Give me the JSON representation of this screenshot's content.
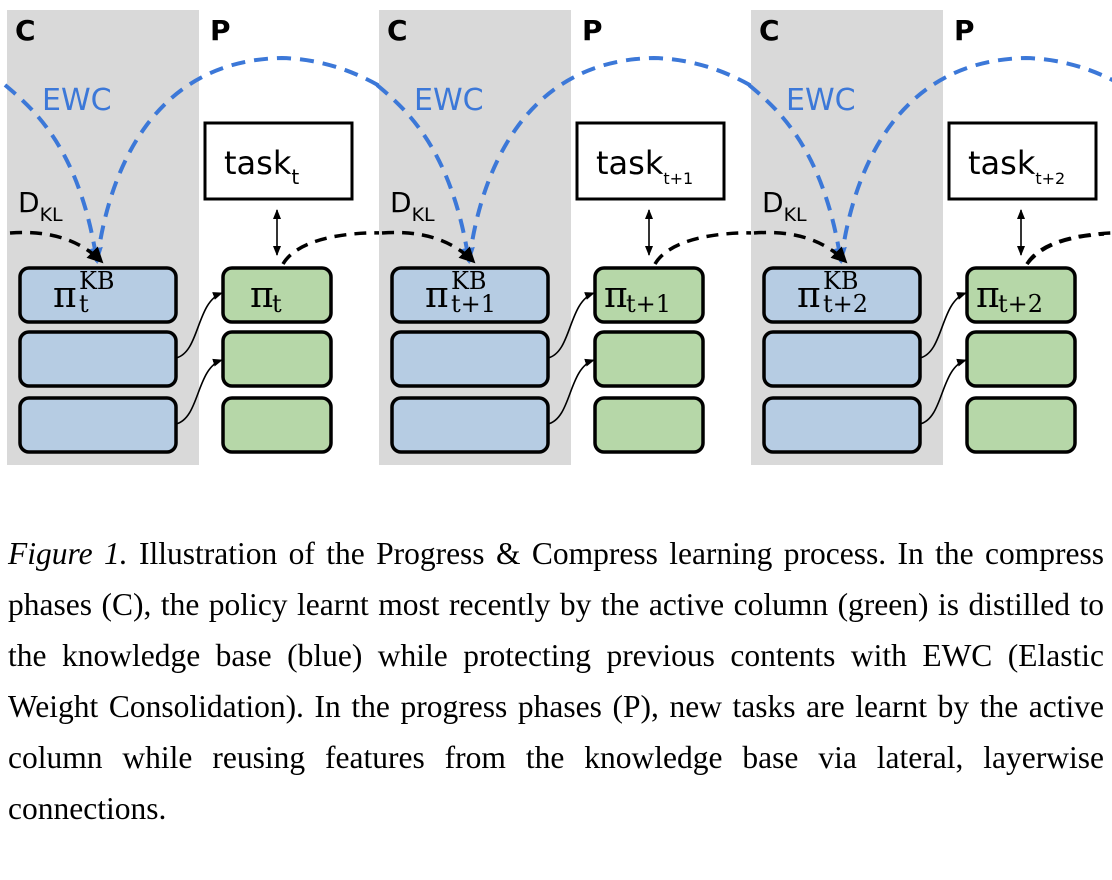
{
  "diagram": {
    "phase_c": "C",
    "phase_p": "P",
    "ewc": "EWC",
    "dkl_main": "D",
    "dkl_sub": "KL",
    "task_word": "task",
    "task_subs": [
      "t",
      "t+1",
      "t+2"
    ],
    "pi": "π",
    "kb": "KB",
    "pi_subs": [
      "t",
      "t+1",
      "t+2"
    ]
  },
  "colors": {
    "compress_bg": "#d9d9d9",
    "kb_fill": "#b6cce3",
    "active_fill": "#b6d7a8",
    "ewc": "#3c78d8",
    "stroke": "#000000"
  },
  "caption": {
    "figure_label": "Figure 1.",
    "text": "Illustration of the Progress & Compress learning process. In the compress phases (C), the policy learnt most recently by the active column (green) is distilled to the knowledge base (blue) while protecting previous contents with EWC (Elastic Weight Consolidation). In the progress phases (P), new tasks are learnt by the active column while reusing features from the knowledge base via lateral, layerwise connections."
  }
}
